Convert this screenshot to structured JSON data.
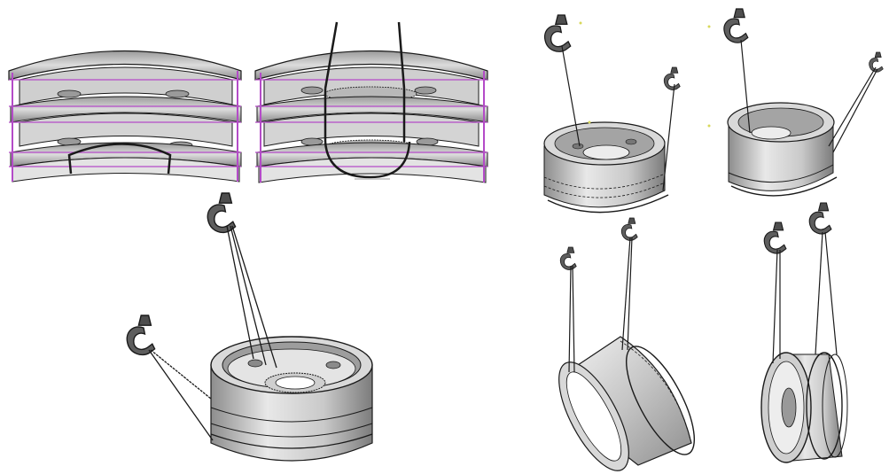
{
  "figure": {
    "panels": [
      {
        "id": "stacked-wheels-lugs",
        "description_hidden": true
      },
      {
        "id": "stacked-wheels-bands"
      },
      {
        "id": "lift-single-hook-angled"
      },
      {
        "id": "lift-two-hooks-flat"
      },
      {
        "id": "lift-two-hooks-tilted"
      },
      {
        "id": "lift-two-hooks-upright"
      }
    ]
  },
  "colors": {
    "outline": "#1a1a1a",
    "metal_light": "#e6e6e6",
    "metal_mid": "#bdbdbd",
    "metal_dark": "#7a7a7a",
    "hook": "#5a5a5a",
    "rope": "#222222",
    "rack": "#b44bc8"
  }
}
